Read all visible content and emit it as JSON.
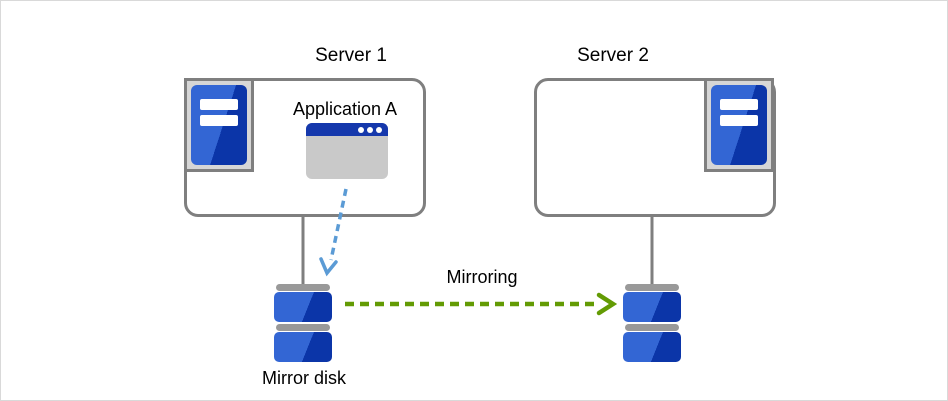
{
  "colors": {
    "canvas-border": "#d9d9d9",
    "gray": "#7f7f7f",
    "icon-bg": "#d6d6d6",
    "blue-light": "#3366d4",
    "blue-dark": "#0b35a8",
    "cap-gray": "#999999",
    "window-title": "#1538ac",
    "window-body": "#c9c9c9",
    "blue-arrow": "#5b9bd5",
    "green-arrow": "#639b04"
  },
  "diagram": {
    "server1": {
      "label": "Server 1",
      "application_label": "Application A",
      "icon": "server-tower-icon"
    },
    "server2": {
      "label": "Server 2",
      "icon": "server-tower-icon"
    },
    "arrows": {
      "mirroring_label": "Mirroring",
      "mirroring_arrow": "dashed-green-right-arrow",
      "app_write_arrow": "dashed-blue-down-arrow"
    },
    "disks": {
      "mirror_disk_label": "Mirror disk",
      "icon": "disk-stack-icon"
    }
  }
}
